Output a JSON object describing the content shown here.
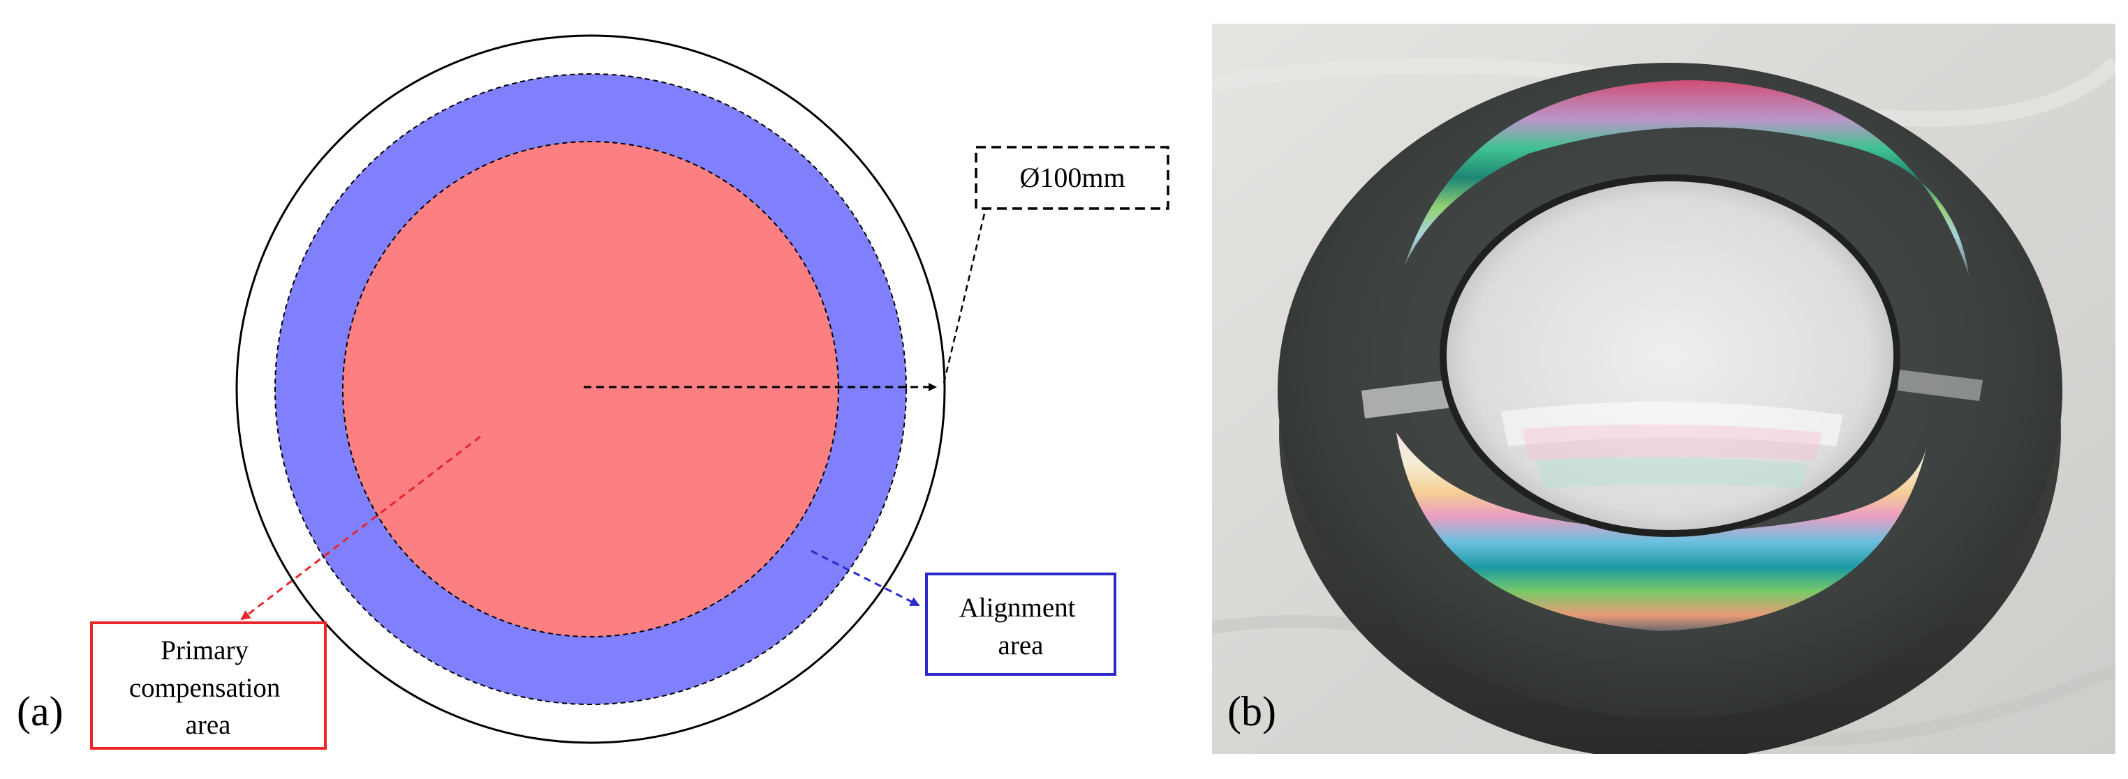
{
  "panel_a": {
    "label": "(a)",
    "diameter_label": "Ø100mm",
    "primary_label_lines": [
      "Primary",
      "compensation",
      "area"
    ],
    "alignment_label_lines": [
      "Alignment",
      "area"
    ],
    "colors": {
      "primary_fill": "#fc7f82",
      "alignment_fill": "#8080fd",
      "primary_box": "#e8262b",
      "alignment_box": "#2a2acb",
      "outline": "#000000"
    }
  },
  "panel_b": {
    "label": "(b)",
    "subject": "photo of a ring-shaped optic with rainbow interference fringes"
  }
}
